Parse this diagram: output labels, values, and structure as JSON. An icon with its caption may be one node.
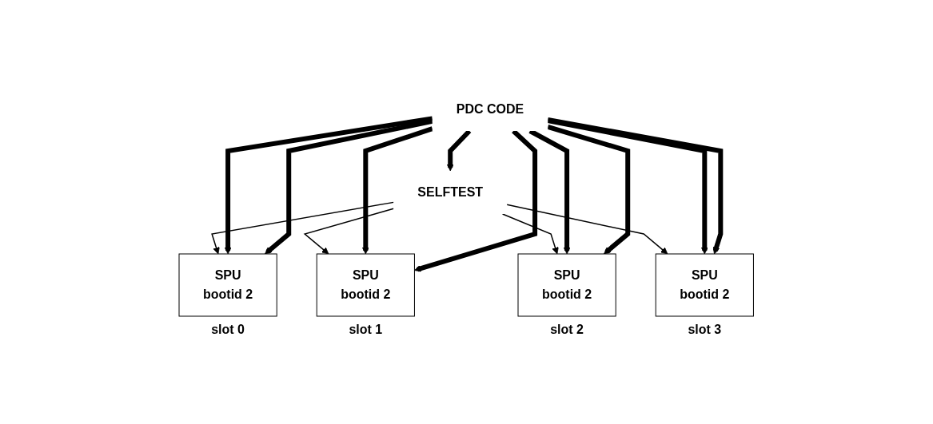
{
  "diagram": {
    "nodes": [
      {
        "text": [
          "PDC CODE"
        ]
      },
      {
        "text": [
          "SELFTEST"
        ]
      },
      {
        "text": [
          "SPU",
          "bootid 2"
        ],
        "beside": [
          "slot 0"
        ]
      },
      {
        "text": [
          "SPU",
          "bootid 2"
        ],
        "beside": [
          "slot 1"
        ]
      },
      {
        "text": [
          "SPU",
          "bootid 2"
        ],
        "beside": [
          "slot 2"
        ]
      },
      {
        "text": [
          "SPU",
          "bootid 2"
        ],
        "beside": [
          "slot 3"
        ]
      }
    ],
    "edges": [
      {
        "from": 0,
        "to": 1,
        "arrow": "to"
      },
      {
        "from": 1,
        "to": 2,
        "arrow": "to"
      },
      {
        "from": 1,
        "to": 3,
        "arrow": "to"
      },
      {
        "from": 1,
        "to": 4,
        "arrow": "to"
      },
      {
        "from": 1,
        "to": 5,
        "arrow": "to"
      },
      {
        "from": 0,
        "to": 2,
        "arrow": "to"
      },
      {
        "from": 0,
        "to": 3,
        "arrow": "to"
      },
      {
        "from": 0,
        "to": 4,
        "arrow": "to"
      },
      {
        "from": 0,
        "to": 5,
        "arrow": "to"
      },
      {
        "from": 0,
        "to": 2,
        "arrow": "to"
      },
      {
        "from": 0,
        "to": 3,
        "arrow": "to"
      },
      {
        "from": 0,
        "to": 4,
        "arrow": "to"
      },
      {
        "from": 0,
        "to": 5,
        "arrow": "to"
      }
    ]
  }
}
